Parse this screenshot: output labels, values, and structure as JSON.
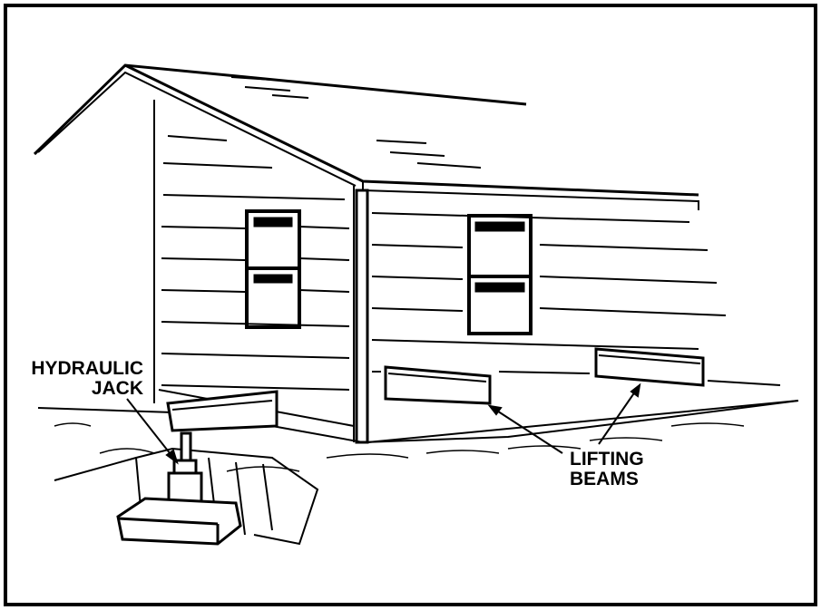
{
  "labels": {
    "jack_line1": "HYDRAULIC",
    "jack_line2": "JACK",
    "beams_line1": "LIFTING",
    "beams_line2": "BEAMS"
  },
  "colors": {
    "ink": "#000000",
    "paper": "#ffffff"
  }
}
